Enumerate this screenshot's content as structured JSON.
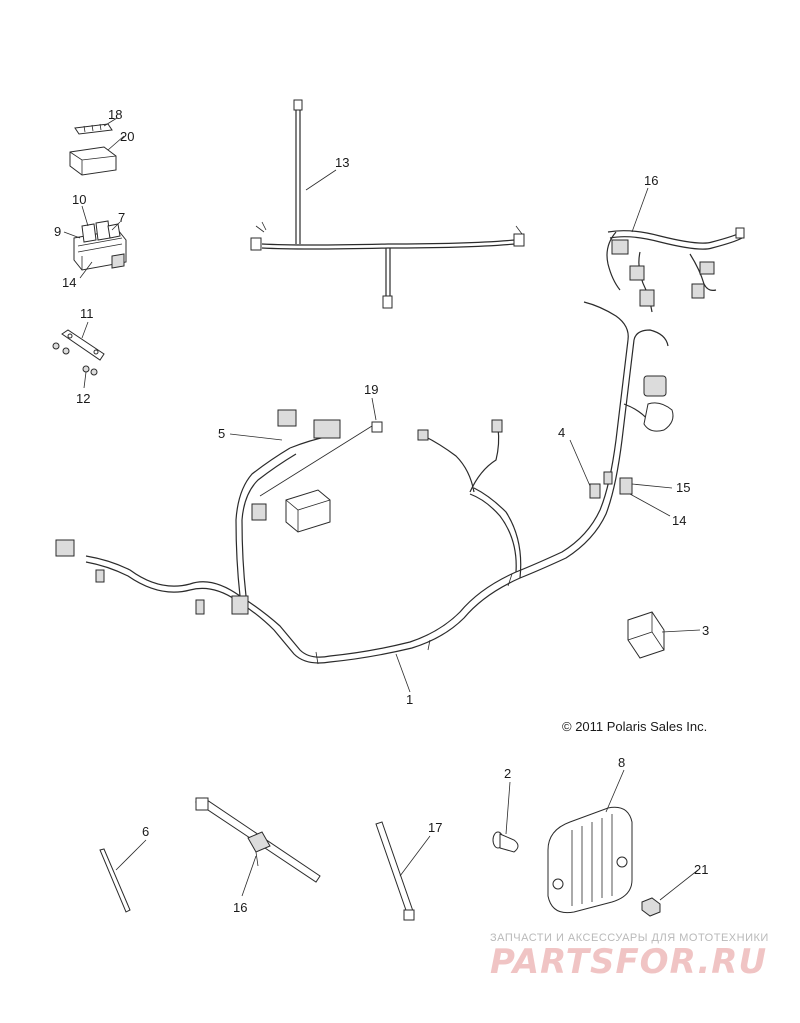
{
  "callouts": {
    "c1": "1",
    "c2": "2",
    "c3": "3",
    "c4": "4",
    "c5": "5",
    "c6": "6",
    "c7": "7",
    "c8": "8",
    "c9": "9",
    "c10": "10",
    "c11": "11",
    "c12": "12",
    "c13": "13",
    "c14a": "14",
    "c14b": "14",
    "c15": "15",
    "c16a": "16",
    "c16b": "16",
    "c17": "17",
    "c18": "18",
    "c19": "19",
    "c20": "20",
    "c21": "21"
  },
  "copyright": "© 2011 Polaris Sales Inc.",
  "watermark": {
    "tagline": "ЗАПЧАСТИ И АКСЕССУАРЫ ДЛЯ МОТОТЕХНИКИ",
    "logo": "PARTSFOR.RU",
    "color": "#f0c4c4"
  }
}
